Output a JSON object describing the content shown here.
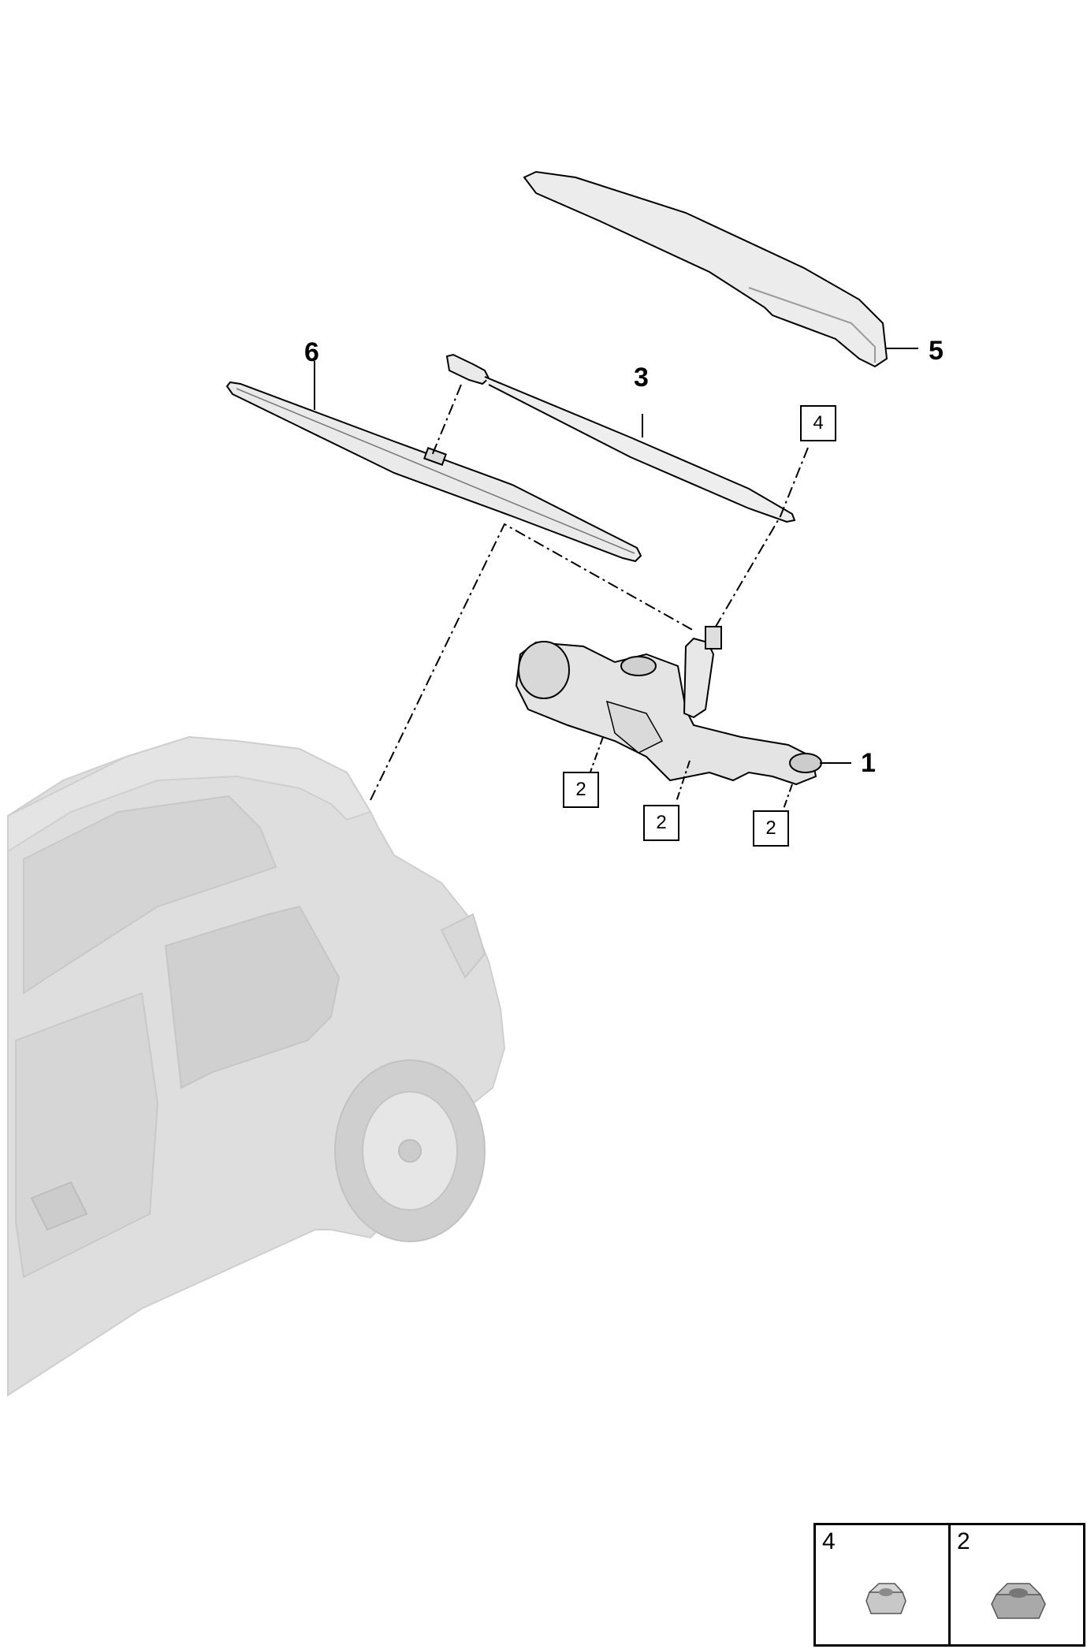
{
  "callouts": {
    "p1": "1",
    "p3": "3",
    "p5": "5",
    "p6": "6",
    "box4": "4",
    "box2a": "2",
    "box2b": "2",
    "box2c": "2"
  },
  "legend": {
    "left_label": "4",
    "right_label": "2"
  },
  "colors": {
    "line": "#000000",
    "part_fill": "#e6e6e6",
    "car_fill": "#dcdcdc"
  }
}
